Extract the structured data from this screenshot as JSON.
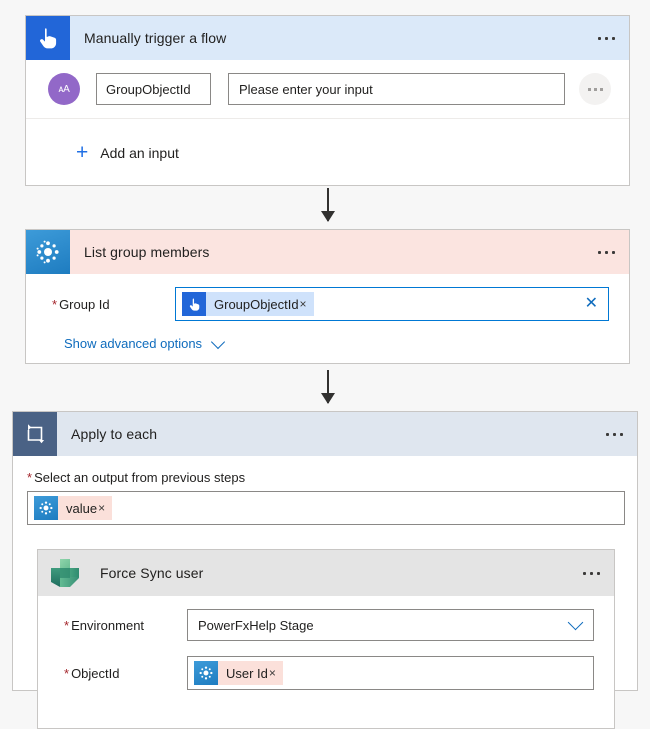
{
  "flow": {
    "trigger": {
      "icon": "tap-hand-icon",
      "title": "Manually trigger a flow",
      "more_label": "more-commands",
      "input": {
        "type_icon": "text-input-icon",
        "type_icon_text": "ᴀA",
        "name_value": "GroupObjectId",
        "value_placeholder": "Please enter your input",
        "value_text": "Please enter your input",
        "row_more_label": "more-commands"
      },
      "add_input": {
        "plus": "+",
        "label": "Add an input"
      },
      "header_color": "#dbe9f9",
      "icon_color": "#2266d8"
    },
    "list_group_members": {
      "icon": "azure-ad-icon",
      "title": "List group members",
      "header_color": "#fbe4e0",
      "icon_color": "#1e7cc0",
      "fields": [
        {
          "label": "Group Id",
          "required": true,
          "token": {
            "icon": "tap-hand-icon",
            "text": "GroupObjectId",
            "remove": "×",
            "chip_color": "#cfe2fb"
          },
          "clear": "✕"
        }
      ],
      "advanced_options_label": "Show advanced options"
    },
    "apply_to_each": {
      "icon": "foreach-loop-icon",
      "title": "Apply to each",
      "header_color": "#dfe6ef",
      "icon_color": "#4a6285",
      "select_output_label": "Select an output from previous steps",
      "select_output_required": true,
      "select_output_token": {
        "icon": "azure-ad-icon",
        "text": "value",
        "remove": "×",
        "chip_color": "#fbe0da"
      },
      "nested_action": {
        "icon": "dataverse-icon",
        "title": "Force Sync user",
        "header_color": "#e4e4e4",
        "fields": [
          {
            "kind": "dropdown",
            "label": "Environment",
            "required": true,
            "value": "PowerFxHelp Stage"
          },
          {
            "kind": "token",
            "label": "ObjectId",
            "required": true,
            "token": {
              "icon": "azure-ad-icon",
              "text": "User Id",
              "remove": "×",
              "chip_color": "#fbe0da"
            }
          }
        ]
      }
    },
    "connectors": [
      {
        "name": "connector-trigger-to-list"
      },
      {
        "name": "connector-list-to-apply"
      }
    ]
  }
}
